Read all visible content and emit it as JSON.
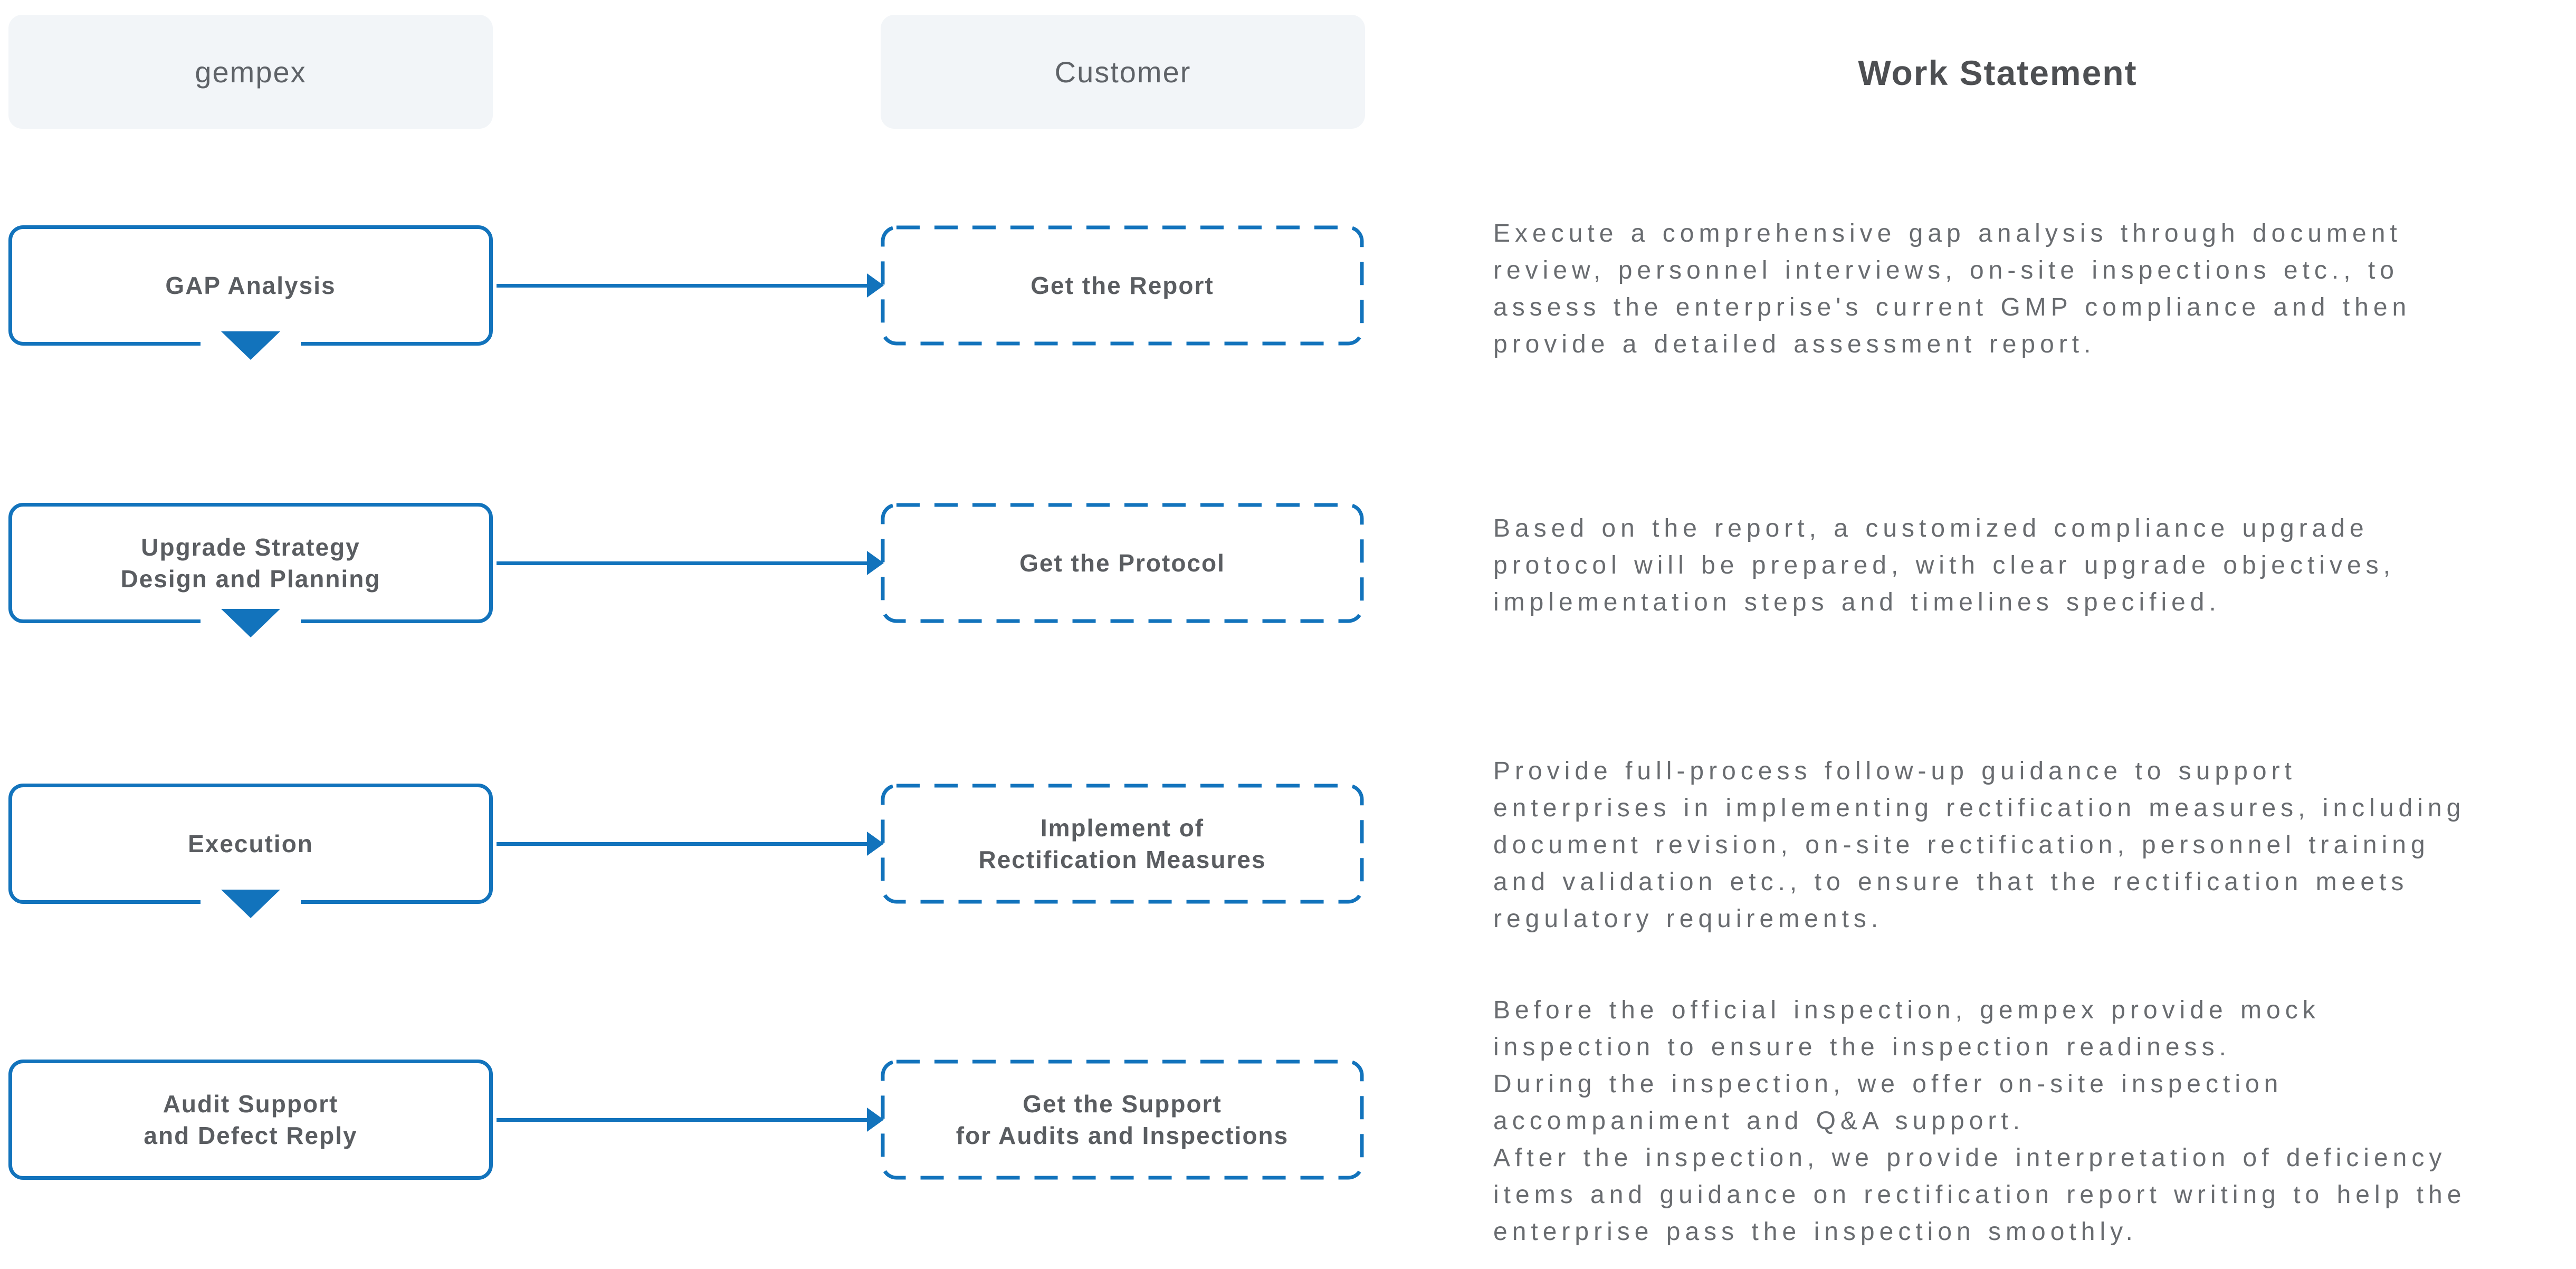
{
  "header": {
    "gempex": "gempex",
    "customer": "Customer",
    "work_statement": "Work Statement"
  },
  "colors": {
    "accent_blue": "#1273bc",
    "header_box_bg": "#f2f5f8",
    "title_text": "#4d4f52",
    "label_text": "#5a5d61",
    "body_text": "#696c70"
  },
  "rows": [
    {
      "gempex_step": [
        "GAP Analysis"
      ],
      "customer_step": [
        "Get the Report"
      ],
      "work_statement": [
        "Execute a comprehensive gap analysis through document",
        "review, personnel interviews, on-site inspections etc., to",
        "assess the enterprise's current GMP compliance and then",
        "provide a detailed assessment report."
      ]
    },
    {
      "gempex_step": [
        "Upgrade Strategy",
        "Design and Planning"
      ],
      "customer_step": [
        "Get the Protocol"
      ],
      "work_statement": [
        "Based on the report, a customized compliance upgrade",
        "protocol will be prepared, with clear upgrade objectives,",
        "implementation steps and timelines specified."
      ]
    },
    {
      "gempex_step": [
        "Execution"
      ],
      "customer_step": [
        "Implement of",
        "Rectification Measures"
      ],
      "work_statement": [
        "Provide full-process follow-up guidance to support",
        "enterprises in implementing rectification measures, including",
        "document revision, on-site rectification, personnel training",
        "and validation etc., to ensure that the rectification meets",
        "regulatory requirements."
      ]
    },
    {
      "gempex_step": [
        "Audit Support",
        "and Defect Reply"
      ],
      "customer_step": [
        "Get the Support",
        "for Audits and Inspections"
      ],
      "work_statement": [
        "Before the official inspection, gempex provide mock",
        "inspection to ensure the inspection readiness.",
        "During the inspection, we offer on-site inspection",
        "accompaniment and Q&A support.",
        "After the inspection, we provide interpretation of deficiency",
        "items and guidance on rectification report writing to help the",
        "enterprise pass the inspection smoothly."
      ]
    }
  ]
}
